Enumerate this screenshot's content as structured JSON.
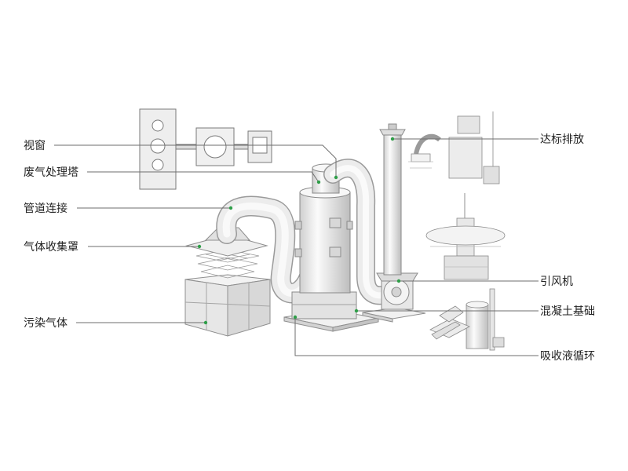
{
  "labels": {
    "viewport": "视窗",
    "tower": "废气处理塔",
    "pipe": "管道连接",
    "hood": "气体收集罩",
    "pollutant": "污染气体",
    "emission": "达标排放",
    "fan": "引风机",
    "foundation": "混凝土基础",
    "circulation": "吸收液循环"
  },
  "colors": {
    "accent": "#2e9e48",
    "outline": "#8f8f8f",
    "fill": "#e9e9e9",
    "text": "#222222"
  }
}
